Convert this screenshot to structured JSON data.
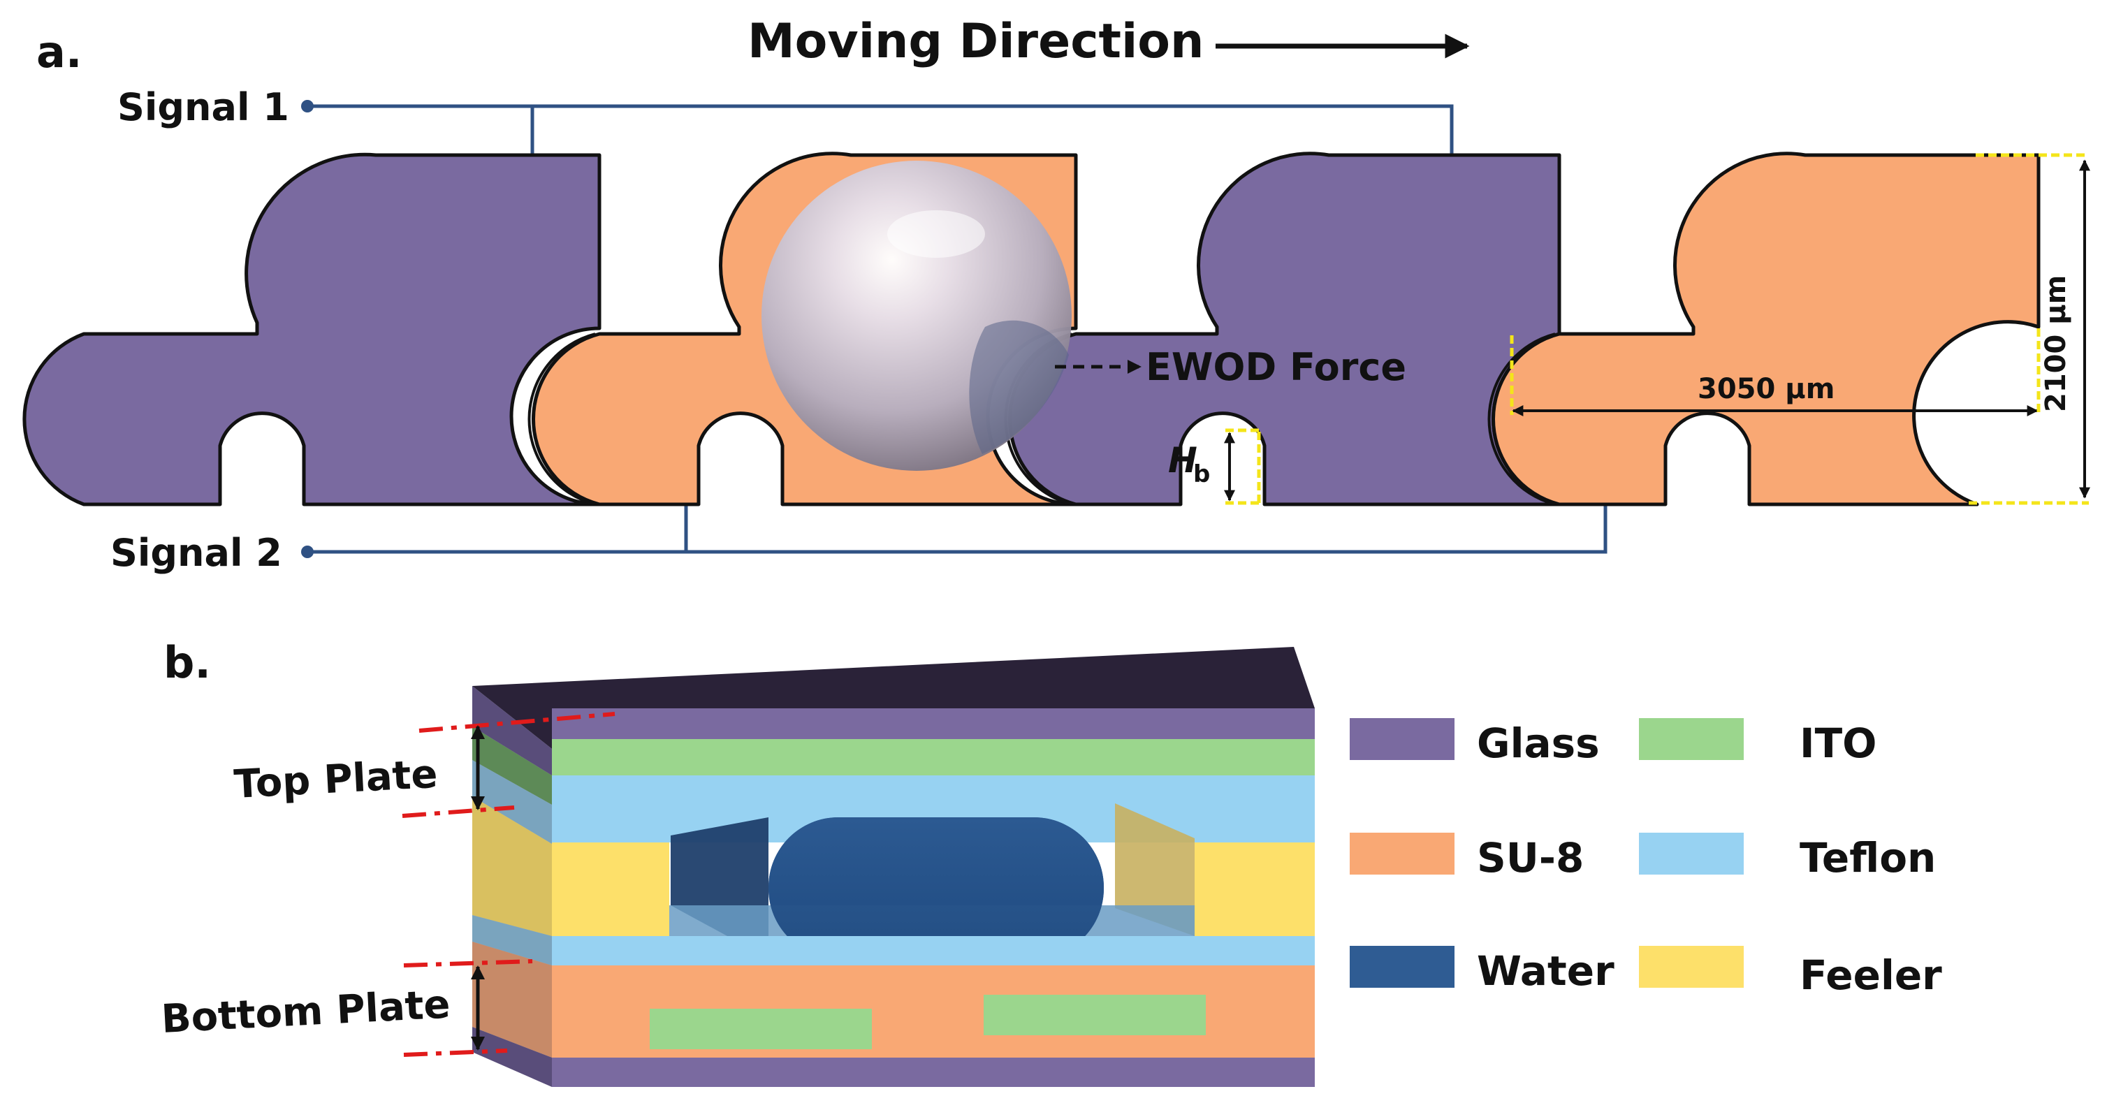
{
  "panel_a": {
    "label": "a.",
    "moving_direction": "Moving Direction",
    "signal1": "Signal 1",
    "signal2": "Signal 2",
    "ewod_force": "EWOD Force",
    "hb_main": "H",
    "hb_sub": "b",
    "width_dim": "3050 μm",
    "height_dim": "2100 μm"
  },
  "panel_b": {
    "label": "b.",
    "top_plate": "Top Plate",
    "bottom_plate": "Bottom Plate"
  },
  "legend": [
    {
      "label": "Glass",
      "color": "#7a6aa0"
    },
    {
      "label": "ITO",
      "color": "#9bd68d"
    },
    {
      "label": "SU-8",
      "color": "#f9a874"
    },
    {
      "label": "Teflon",
      "color": "#97d2f2"
    },
    {
      "label": "Water",
      "color": "#2f5c93"
    },
    {
      "label": "Feeler",
      "color": "#fde06a"
    }
  ],
  "colors": {
    "glass": "#7a6aa0",
    "su8": "#f9a874",
    "ito": "#9bd68d",
    "teflon": "#97d2f2",
    "water": "#2f5c93",
    "feeler": "#fde06a",
    "top_face": "#2a2238",
    "wire": "#2f5183",
    "dim_yellow": "#f4e51a",
    "dim_red": "#e01b1b"
  }
}
